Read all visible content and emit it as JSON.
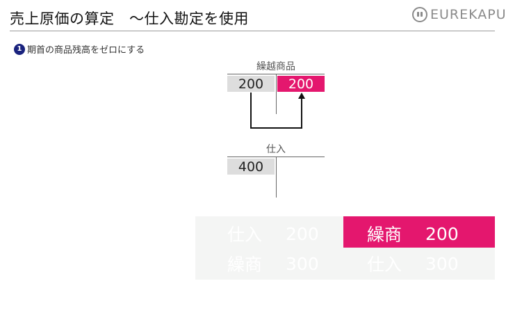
{
  "header": {
    "title": "売上原価の算定　〜仕入勘定を使用",
    "logo_text": "EUREKAPU"
  },
  "step": {
    "number": "1",
    "text": "期首の商品残高をゼロにする"
  },
  "accounts": {
    "kurikoshi": {
      "label": "繰越商品",
      "debit": "200",
      "credit": "200"
    },
    "shiire": {
      "label": "仕入",
      "debit": "400"
    }
  },
  "journal": {
    "debit": [
      {
        "account": "仕入",
        "amount": "200"
      },
      {
        "account": "繰商",
        "amount": "300"
      }
    ],
    "credit": [
      {
        "account": "繰商",
        "amount": "200"
      },
      {
        "account": "仕入",
        "amount": "300"
      }
    ]
  },
  "colors": {
    "accent": "#e4176e",
    "step_badge": "#1a237e",
    "cell_grey": "#dddddd",
    "journal_bg": "#f4f5f4"
  }
}
